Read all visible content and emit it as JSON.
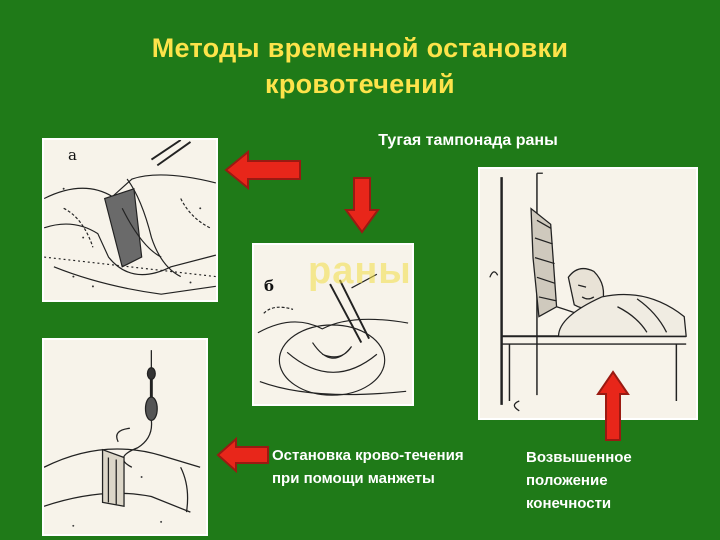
{
  "slide": {
    "title_line1": "Методы временной остановки",
    "title_line2": "кровотечений",
    "caption_top": "Тугая тампонада раны",
    "caption_cuff": "Остановка крово-течения при помощи манжеты",
    "caption_raised": "Возвышенное положение конечности",
    "ghost_text": "раны",
    "label_a": "а",
    "label_b": "б"
  },
  "colors": {
    "background": "#1f7a18",
    "title": "#fde34a",
    "caption": "#ffffff",
    "arrow_fill": "#e8261a",
    "arrow_stroke": "#9a1a12"
  }
}
